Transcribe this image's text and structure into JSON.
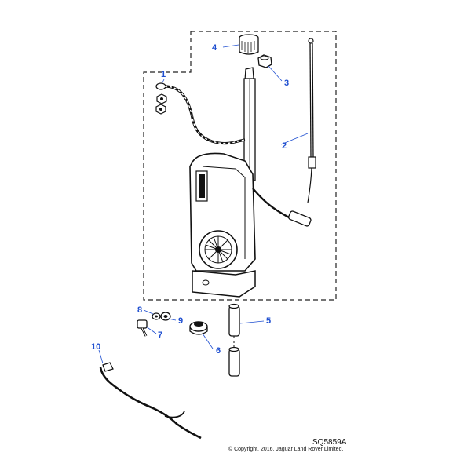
{
  "diagram": {
    "reference_code": "SQ5859A",
    "copyright": "© Copyright, 2016. Jaguar Land Rover Limited.",
    "label_color": "#1f4fd0",
    "callouts": [
      {
        "id": "1",
        "part": "cable-with-nuts"
      },
      {
        "id": "2",
        "part": "mast-assembly"
      },
      {
        "id": "3",
        "part": "nut"
      },
      {
        "id": "4",
        "part": "grommet-nut"
      },
      {
        "id": "5",
        "part": "drain-tube"
      },
      {
        "id": "6",
        "part": "grommet"
      },
      {
        "id": "7",
        "part": "bolt"
      },
      {
        "id": "8",
        "part": "washer"
      },
      {
        "id": "9",
        "part": "spacer"
      },
      {
        "id": "10",
        "part": "harness"
      }
    ]
  }
}
